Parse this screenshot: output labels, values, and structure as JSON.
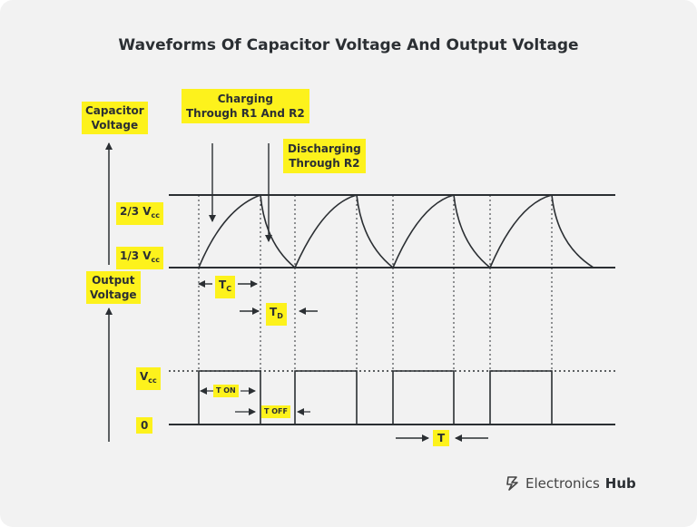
{
  "title": "Waveforms Of Capacitor Voltage And Output Voltage",
  "labels": {
    "capacitor_voltage": [
      "Capacitor",
      "Voltage"
    ],
    "output_voltage": [
      "Output",
      "Voltage"
    ],
    "charging": [
      "Charging",
      "Through R1 And R2"
    ],
    "discharging": [
      "Discharging",
      "Through R2"
    ],
    "two_thirds_vcc": "2/3 V",
    "one_third_vcc": "1/3 V",
    "cc_sub": "cc",
    "vcc": "V",
    "zero": "0",
    "tc": "T",
    "tc_sub": "C",
    "td": "T",
    "td_sub": "D",
    "t_on": "T ON",
    "t_off": "T OFF",
    "period": "T"
  },
  "brand": {
    "name": "Electronics",
    "suffix": "Hub",
    "logo": "electronics-hub-logo-icon"
  },
  "colors": {
    "background": "#f2f2f2",
    "label_bg": "#fdf21c",
    "line": "#2b2f33"
  }
}
